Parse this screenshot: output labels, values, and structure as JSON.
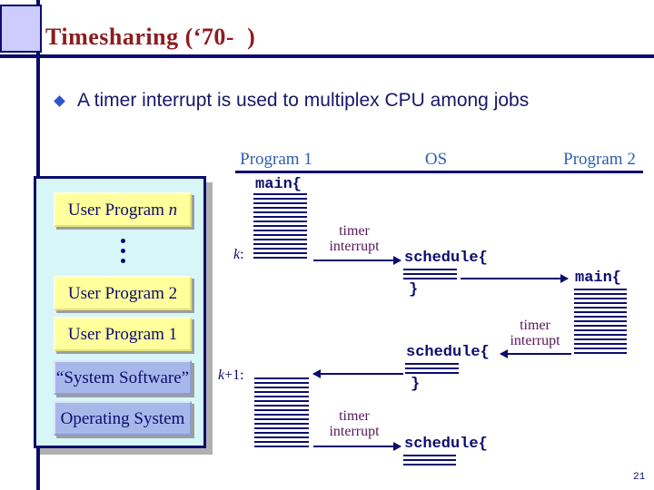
{
  "slide": {
    "title": "Timesharing (‘70-  )",
    "bullet_text": "A timer interrupt is used to multiplex CPU among jobs",
    "page_number": "21"
  },
  "diagram": {
    "column_headers": [
      {
        "label": "Program 1"
      },
      {
        "label": "OS"
      },
      {
        "label": "Program 2"
      }
    ],
    "code": {
      "main_open": "main{",
      "schedule_open": "schedule{",
      "close_brace": "}"
    },
    "interrupt_label": {
      "line1": "timer",
      "line2": "interrupt"
    },
    "time_labels": {
      "k_italic": "k",
      "k_suffix": ":",
      "k1_italic": "k",
      "k1_suffix": "+1:"
    }
  },
  "memory_map": {
    "boxes": [
      {
        "label": "User Program ",
        "italic_suffix": "n",
        "variant": "yellow"
      },
      {
        "label": "User Program 2",
        "variant": "yellow"
      },
      {
        "label": "User Program 1",
        "variant": "yellow"
      },
      {
        "label": "“System Software”",
        "variant": "blue"
      },
      {
        "label": "Operating System",
        "variant": "blue"
      }
    ]
  },
  "colors": {
    "accent_navy": "#0c0c6e",
    "title_red": "#8e1b1f",
    "header_blue": "#2d5fae",
    "interrupt_purple": "#561758",
    "panel_cyan": "#d7f6f7",
    "box_yellow": "#ffff9c",
    "box_blue": "#a6b8ea",
    "corner_lavender": "#ccccff"
  }
}
